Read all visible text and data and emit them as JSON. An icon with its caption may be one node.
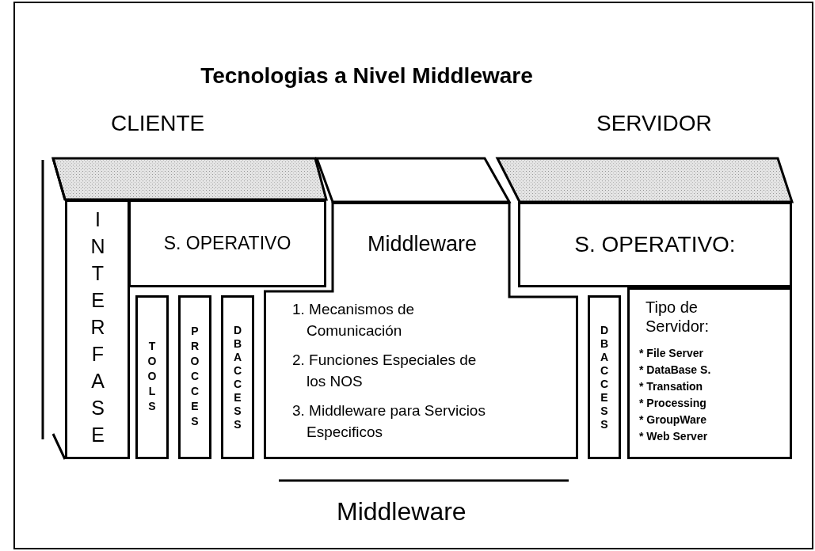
{
  "diagram": {
    "title": "Tecnologias a Nivel Middleware",
    "nodes": [
      {
        "text": [
          "INTERFASE"
        ]
      },
      {
        "text": [
          "S. OPERATIVO"
        ]
      },
      {
        "text": [
          "TOOLS"
        ]
      },
      {
        "text": [
          "PROCCES"
        ]
      },
      {
        "text": [
          "DBACCESS"
        ]
      },
      {
        "text": [
          "Middleware",
          "1. Mecanismos de Comunicación",
          "2. Funciones Especiales de los NOS",
          "3. Middleware para Servicios Especificos"
        ]
      },
      {
        "text": [
          "S. OPERATIVO:"
        ]
      },
      {
        "text": [
          "DBACCESS"
        ]
      },
      {
        "text": [
          "Tipo de Servidor:",
          "* File Server",
          "* DataBase S.",
          "* Transation",
          "* Processing",
          "* GroupWare",
          "* Web Server"
        ]
      }
    ],
    "edges": [],
    "labels": [
      "CLIENTE",
      "SERVIDOR",
      "Middleware"
    ]
  }
}
